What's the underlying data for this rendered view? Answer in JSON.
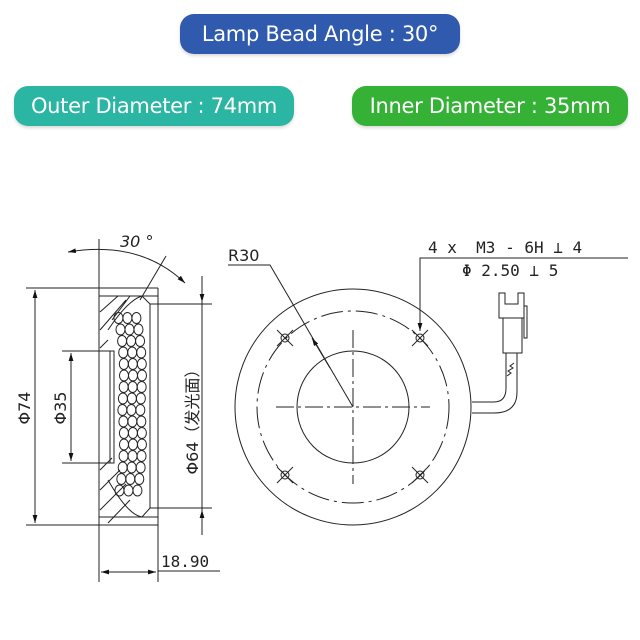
{
  "banners": {
    "lamp_bead_angle": "Lamp Bead Angle : 30°",
    "outer_diameter": "Outer Diameter : 74mm",
    "inner_diameter": "Inner Diameter : 35mm"
  },
  "colors": {
    "blue": "#2f5aad",
    "teal": "#2bb5a3",
    "green": "#35b136"
  },
  "side_view": {
    "angle": "30 °",
    "outer_dim": "Φ74",
    "inner_dim": "Φ35",
    "emitting_dim": "Φ64（发光面）",
    "thickness": "18.90"
  },
  "front_view": {
    "radius": "R30",
    "hole_spec_line1": "4 x  M3 - 6H ⟂ 4",
    "hole_spec_line2": "Φ 2.50 ⟂ 5"
  }
}
